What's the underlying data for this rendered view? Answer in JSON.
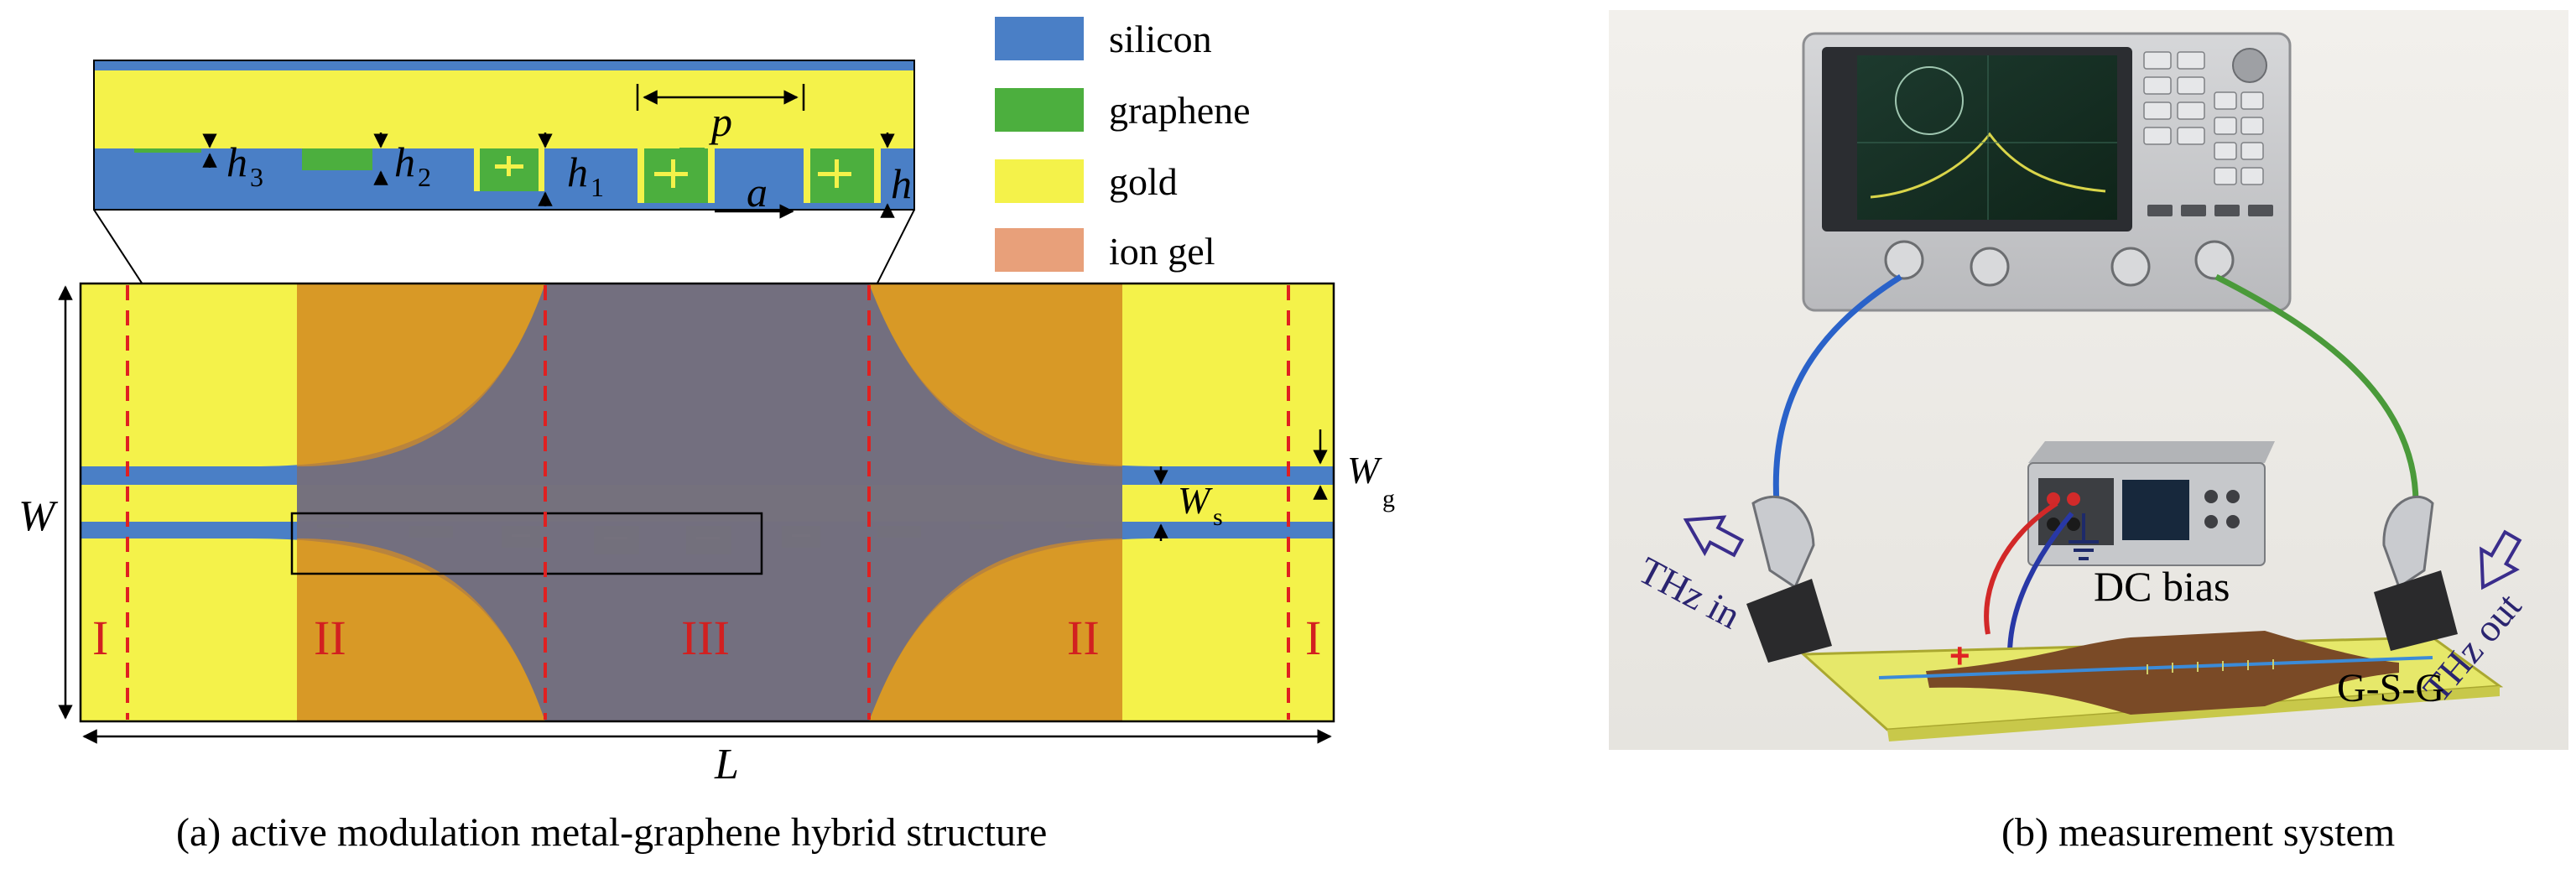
{
  "legend": [
    {
      "key": "silicon",
      "label": "silicon",
      "color": "#4a7fc6"
    },
    {
      "key": "graphene",
      "label": "graphene",
      "color": "#4caf3e"
    },
    {
      "key": "gold",
      "label": "gold",
      "color": "#f4f24a"
    },
    {
      "key": "ion_gel",
      "label": "ion gel",
      "color": "#e8a07a"
    }
  ],
  "colors": {
    "silicon": "#4a7fc6",
    "graphene": "#4caf3e",
    "gold": "#f4f24a",
    "ion_gel_overlay": "#d2851e",
    "center_overlay": "#6c6e84",
    "dashed": "#e02020",
    "region_label": "#d22020",
    "dim_line": "#000000",
    "annot_text": "#2a2470"
  },
  "inset": {
    "labels": {
      "p": "p",
      "a": "a",
      "h": "h",
      "h1": "h",
      "h1_sub": "1",
      "h2": "h",
      "h2_sub": "2",
      "h3": "h",
      "h3_sub": "3"
    }
  },
  "main": {
    "regions": [
      "I",
      "II",
      "III",
      "II",
      "I"
    ],
    "dims": {
      "W": "W",
      "L": "L",
      "Ws": "W",
      "Ws_sub": "s",
      "Wg": "W",
      "Wg_sub": "g"
    }
  },
  "captions": {
    "a": "(a) active modulation metal-graphene hybrid structure",
    "b": "(b) measurement system"
  },
  "photo": {
    "thz_in": "THz in",
    "thz_out": "THz out",
    "dc_bias": "DC bias",
    "gsg": "G-S-G",
    "plus": "+"
  }
}
